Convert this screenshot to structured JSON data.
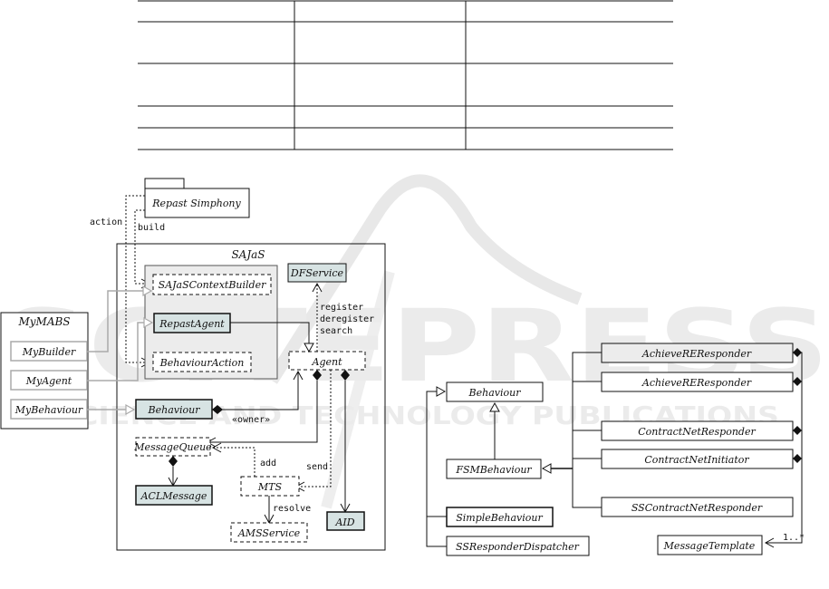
{
  "table": {
    "rows": 5,
    "columns": 3,
    "cells": [
      [
        "",
        "",
        ""
      ],
      [
        "",
        "",
        ""
      ],
      [
        "",
        "",
        ""
      ],
      [
        "",
        "",
        ""
      ],
      [
        "",
        "",
        ""
      ]
    ]
  },
  "watermark": {
    "text_main": "SCITEPRESS",
    "text_sub": "SCIENCE AND TECHNOLOGY PUBLICATIONS",
    "color": "#e6e6e6"
  },
  "colors": {
    "filled_box": "#d7e3e3",
    "package_fill": "#ececec",
    "line": "#111111",
    "gray_line": "#aaaaaa"
  },
  "left_diagram": {
    "repast_package": "Repast Simphony",
    "action_label": "action",
    "build_label": "build",
    "mymabs": {
      "title": "MyMABS",
      "items": [
        "MyBuilder",
        "MyAgent",
        "MyBehaviour"
      ]
    },
    "sajas": {
      "title": "SAJaS",
      "context_builder": "SAJaSContextBuilder",
      "repast_agent": "RepastAgent",
      "behaviour_action": "BehaviourAction",
      "df_service": "DFService",
      "df_labels": [
        "register",
        "deregister",
        "search"
      ],
      "agent": "Agent",
      "behaviour": "Behaviour",
      "owner_label": "«owner»",
      "message_queue": "MessageQueue",
      "acl_message": "ACLMessage",
      "mts": "MTS",
      "add_label": "add",
      "send_label": "send",
      "resolve_label": "resolve",
      "ams_service": "AMSService",
      "aid": "AID"
    }
  },
  "right_diagram": {
    "behaviour": "Behaviour",
    "fsm_behaviour": "FSMBehaviour",
    "simple_behaviour": "SimpleBehaviour",
    "ss_responder_dispatcher": "SSResponderDispatcher",
    "protocols": [
      "AchieveREResponder",
      "AchieveREResponder",
      "ContractNetResponder",
      "ContractNetInitiator",
      "SSContractNetResponder"
    ],
    "message_template": "MessageTemplate",
    "multiplicity": "1..*"
  }
}
